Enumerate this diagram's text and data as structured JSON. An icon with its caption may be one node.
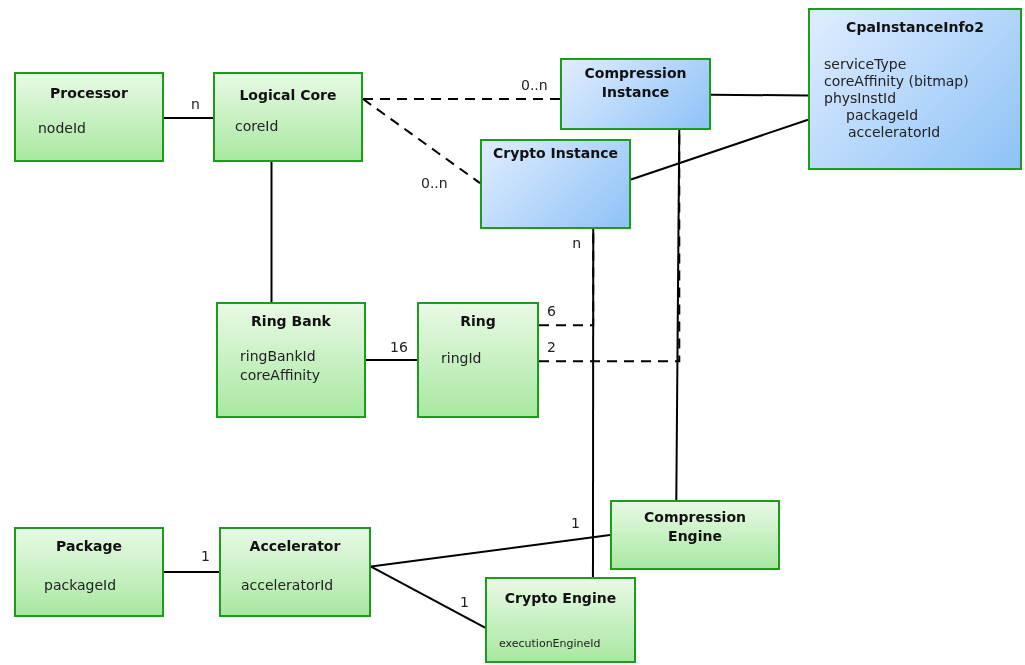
{
  "diagram": {
    "nodes": [
      {
        "text": [
          "Processor",
          "nodeId"
        ]
      },
      {
        "text": [
          "Logical Core",
          "coreId"
        ]
      },
      {
        "text": [
          "Compression Instance"
        ]
      },
      {
        "text": [
          "Crypto Instance"
        ]
      },
      {
        "text": [
          "CpaInstanceInfo2",
          "serviceType",
          "coreAffinity (bitmap)",
          "physInstId",
          "packageId",
          "acceleratorId"
        ]
      },
      {
        "text": [
          "Ring Bank",
          "ringBankId",
          "coreAffinity"
        ]
      },
      {
        "text": [
          "Ring",
          "ringId"
        ]
      },
      {
        "text": [
          "Package",
          "packageId"
        ]
      },
      {
        "text": [
          "Accelerator",
          "acceleratorId"
        ]
      },
      {
        "text": [
          "Compression Engine"
        ]
      },
      {
        "text": [
          "Crypto Engine",
          "executionEngineId"
        ]
      }
    ],
    "edges": [
      {
        "from": 0,
        "to": 1,
        "arrow": "none",
        "label": "n"
      },
      {
        "from": 1,
        "to": 2,
        "arrow": "none",
        "label": "0..n",
        "style": "dashed"
      },
      {
        "from": 1,
        "to": 3,
        "arrow": "none",
        "label": "0..n",
        "style": "dashed"
      },
      {
        "from": 2,
        "to": 4,
        "arrow": "none"
      },
      {
        "from": 3,
        "to": 4,
        "arrow": "none"
      },
      {
        "from": 1,
        "to": 5,
        "arrow": "none"
      },
      {
        "from": 5,
        "to": 6,
        "arrow": "none",
        "label": "16"
      },
      {
        "from": 6,
        "to": 3,
        "arrow": "none",
        "label": "6",
        "style": "dashed"
      },
      {
        "from": 6,
        "to": 2,
        "arrow": "none",
        "label": "2",
        "style": "dashed"
      },
      {
        "from": 3,
        "to": 10,
        "arrow": "none",
        "label": "n"
      },
      {
        "from": 2,
        "to": 9,
        "arrow": "none"
      },
      {
        "from": 7,
        "to": 8,
        "arrow": "none",
        "label": "1"
      },
      {
        "from": 8,
        "to": 9,
        "arrow": "none",
        "label": "1"
      },
      {
        "from": 8,
        "to": 10,
        "arrow": "none",
        "label": "1"
      }
    ]
  }
}
